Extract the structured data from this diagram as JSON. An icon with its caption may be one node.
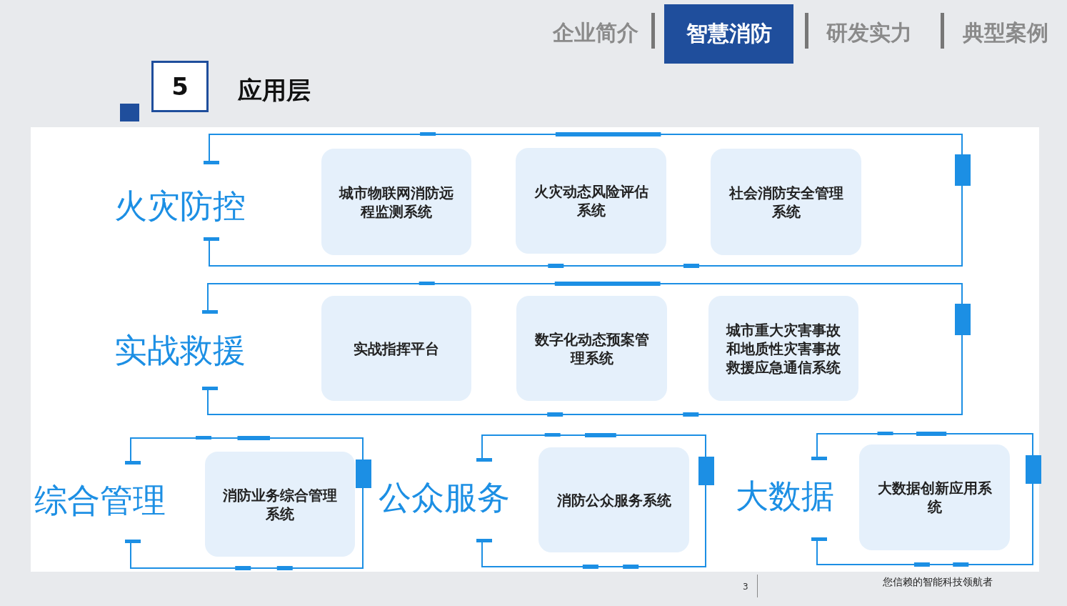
{
  "diagram": {
    "title": "应用层",
    "nodes": [
      {
        "text": [
          "5"
        ]
      },
      {
        "text": [
          "火灾防控"
        ]
      },
      {
        "text": [
          "城市物联网消防远程监测系统"
        ],
        "in": 1
      },
      {
        "text": [
          "火灾动态风险评估系统"
        ],
        "in": 1
      },
      {
        "text": [
          "社会消防安全管理系统"
        ],
        "in": 1
      },
      {
        "text": [
          "实战救援"
        ]
      },
      {
        "text": [
          "实战指挥平台"
        ],
        "in": 5
      },
      {
        "text": [
          "数字化动态预案管理系统"
        ],
        "in": 5
      },
      {
        "text": [
          "城市重大灾害事故和地质性灾害事故救援应急通信系统"
        ],
        "in": 5
      },
      {
        "text": [
          "综合管理"
        ]
      },
      {
        "text": [
          "消防业务综合管理系统"
        ],
        "in": 9
      },
      {
        "text": [
          "公众服务"
        ]
      },
      {
        "text": [
          "消防公众服务系统"
        ],
        "in": 11
      },
      {
        "text": [
          "大数据"
        ]
      },
      {
        "text": [
          "大数据创新应用系统"
        ],
        "in": 13
      }
    ],
    "labels": [
      "企业简介",
      "智慧消防",
      "研发实力",
      "典型案例",
      "3",
      "您信赖的智能科技领航者"
    ]
  }
}
